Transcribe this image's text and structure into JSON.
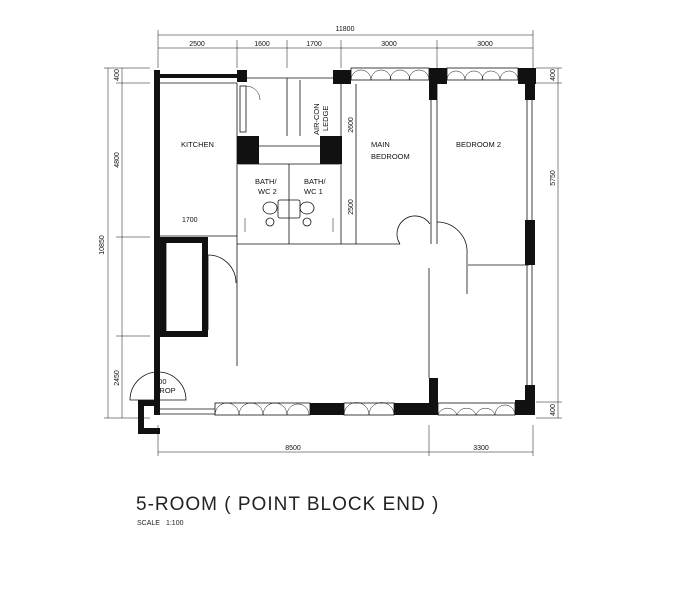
{
  "plan": {
    "title": "5-ROOM ( POINT BLOCK END )",
    "scale_label": "SCALE",
    "scale_value": "1:100",
    "rooms": {
      "kitchen": "KITCHEN",
      "main_bedroom_1": "MAIN",
      "main_bedroom_2": "BEDROOM",
      "bedroom2": "BEDROOM 2",
      "bath2_1": "BATH/",
      "bath2_2": "WC 2",
      "bath1_1": "BATH/",
      "bath1_2": "WC 1",
      "aircon_1": "AIR-CON",
      "aircon_2": "LEDGE",
      "drop_1": "100",
      "drop_2": "DROP"
    },
    "dimensions": {
      "overall_width": "11800",
      "top_1": "2500",
      "top_2": "1600",
      "top_3": "1700",
      "top_4": "3000",
      "top_5": "3000",
      "left_overall": "10850",
      "left_1": "400",
      "left_2": "4800",
      "left_3": "2450",
      "right_1": "400",
      "right_2": "5750",
      "right_3": "400",
      "bottom_1": "8500",
      "bottom_2": "3300",
      "inner_1700": "1700",
      "inner_2600": "2600",
      "inner_2500": "2500"
    }
  }
}
